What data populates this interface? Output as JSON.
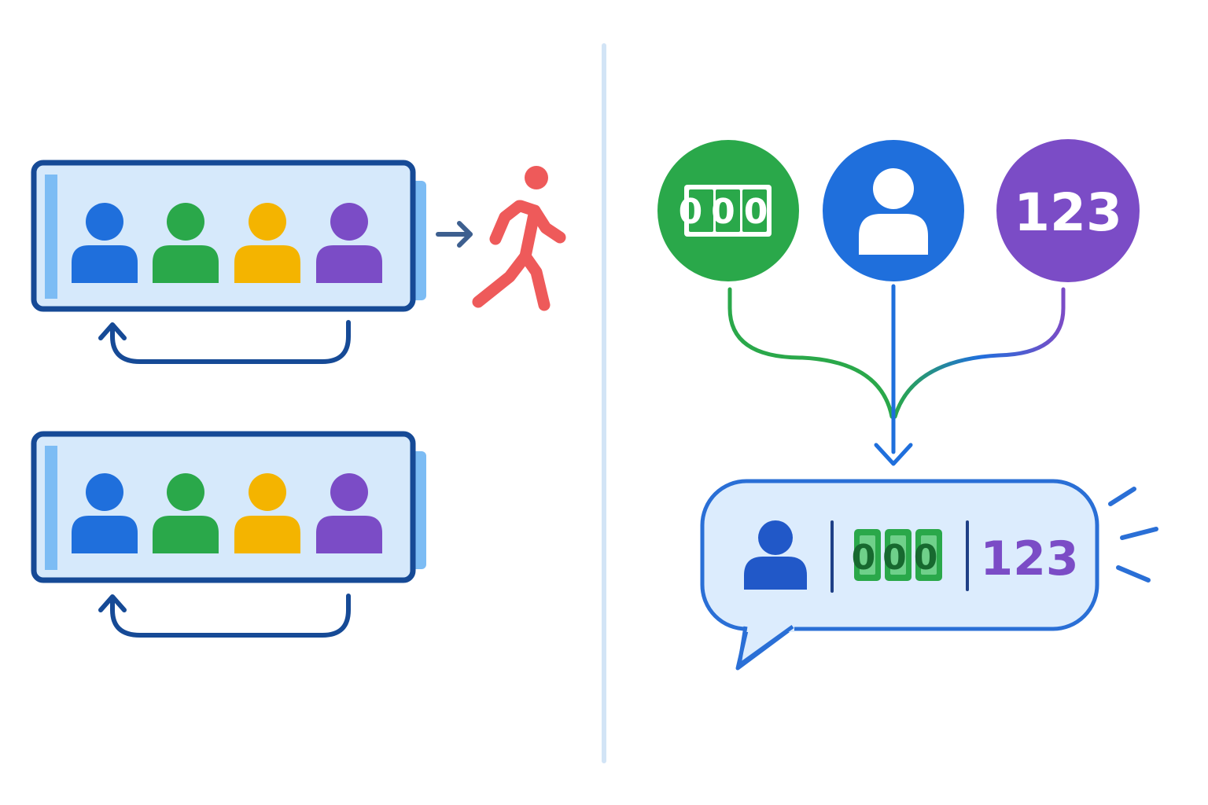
{
  "colors": {
    "navy": "#164a96",
    "panel_fill": "#d6e9fb",
    "panel_side": "#7cbcf4",
    "blue": "#1f6fdc",
    "green": "#2aa84a",
    "yellow": "#f4b400",
    "purple": "#7b4cc6",
    "red": "#ee5a5a",
    "divider": "#d2e4f6",
    "bubble_fill": "#dcecfd",
    "bubble_stroke": "#2a6fd6"
  },
  "left": {
    "groups": [
      {
        "people": [
          "blue",
          "green",
          "yellow",
          "purple"
        ],
        "has_exit": true
      },
      {
        "people": [
          "blue",
          "green",
          "yellow",
          "purple"
        ],
        "has_exit": false
      }
    ],
    "icons": [
      "person-icon",
      "loop-arrow-icon",
      "right-arrow-icon",
      "walking-person-icon"
    ]
  },
  "right": {
    "sources": [
      {
        "icon": "counter-icon",
        "color": "green",
        "digits": "000"
      },
      {
        "icon": "user-icon",
        "color": "blue"
      },
      {
        "icon": "number-icon",
        "color": "purple",
        "text": "123"
      }
    ],
    "message": {
      "counter": "000",
      "number": "123",
      "icons": [
        "user-icon",
        "counter-icon",
        "speech-bubble-icon",
        "emphasis-lines-icon"
      ]
    }
  }
}
